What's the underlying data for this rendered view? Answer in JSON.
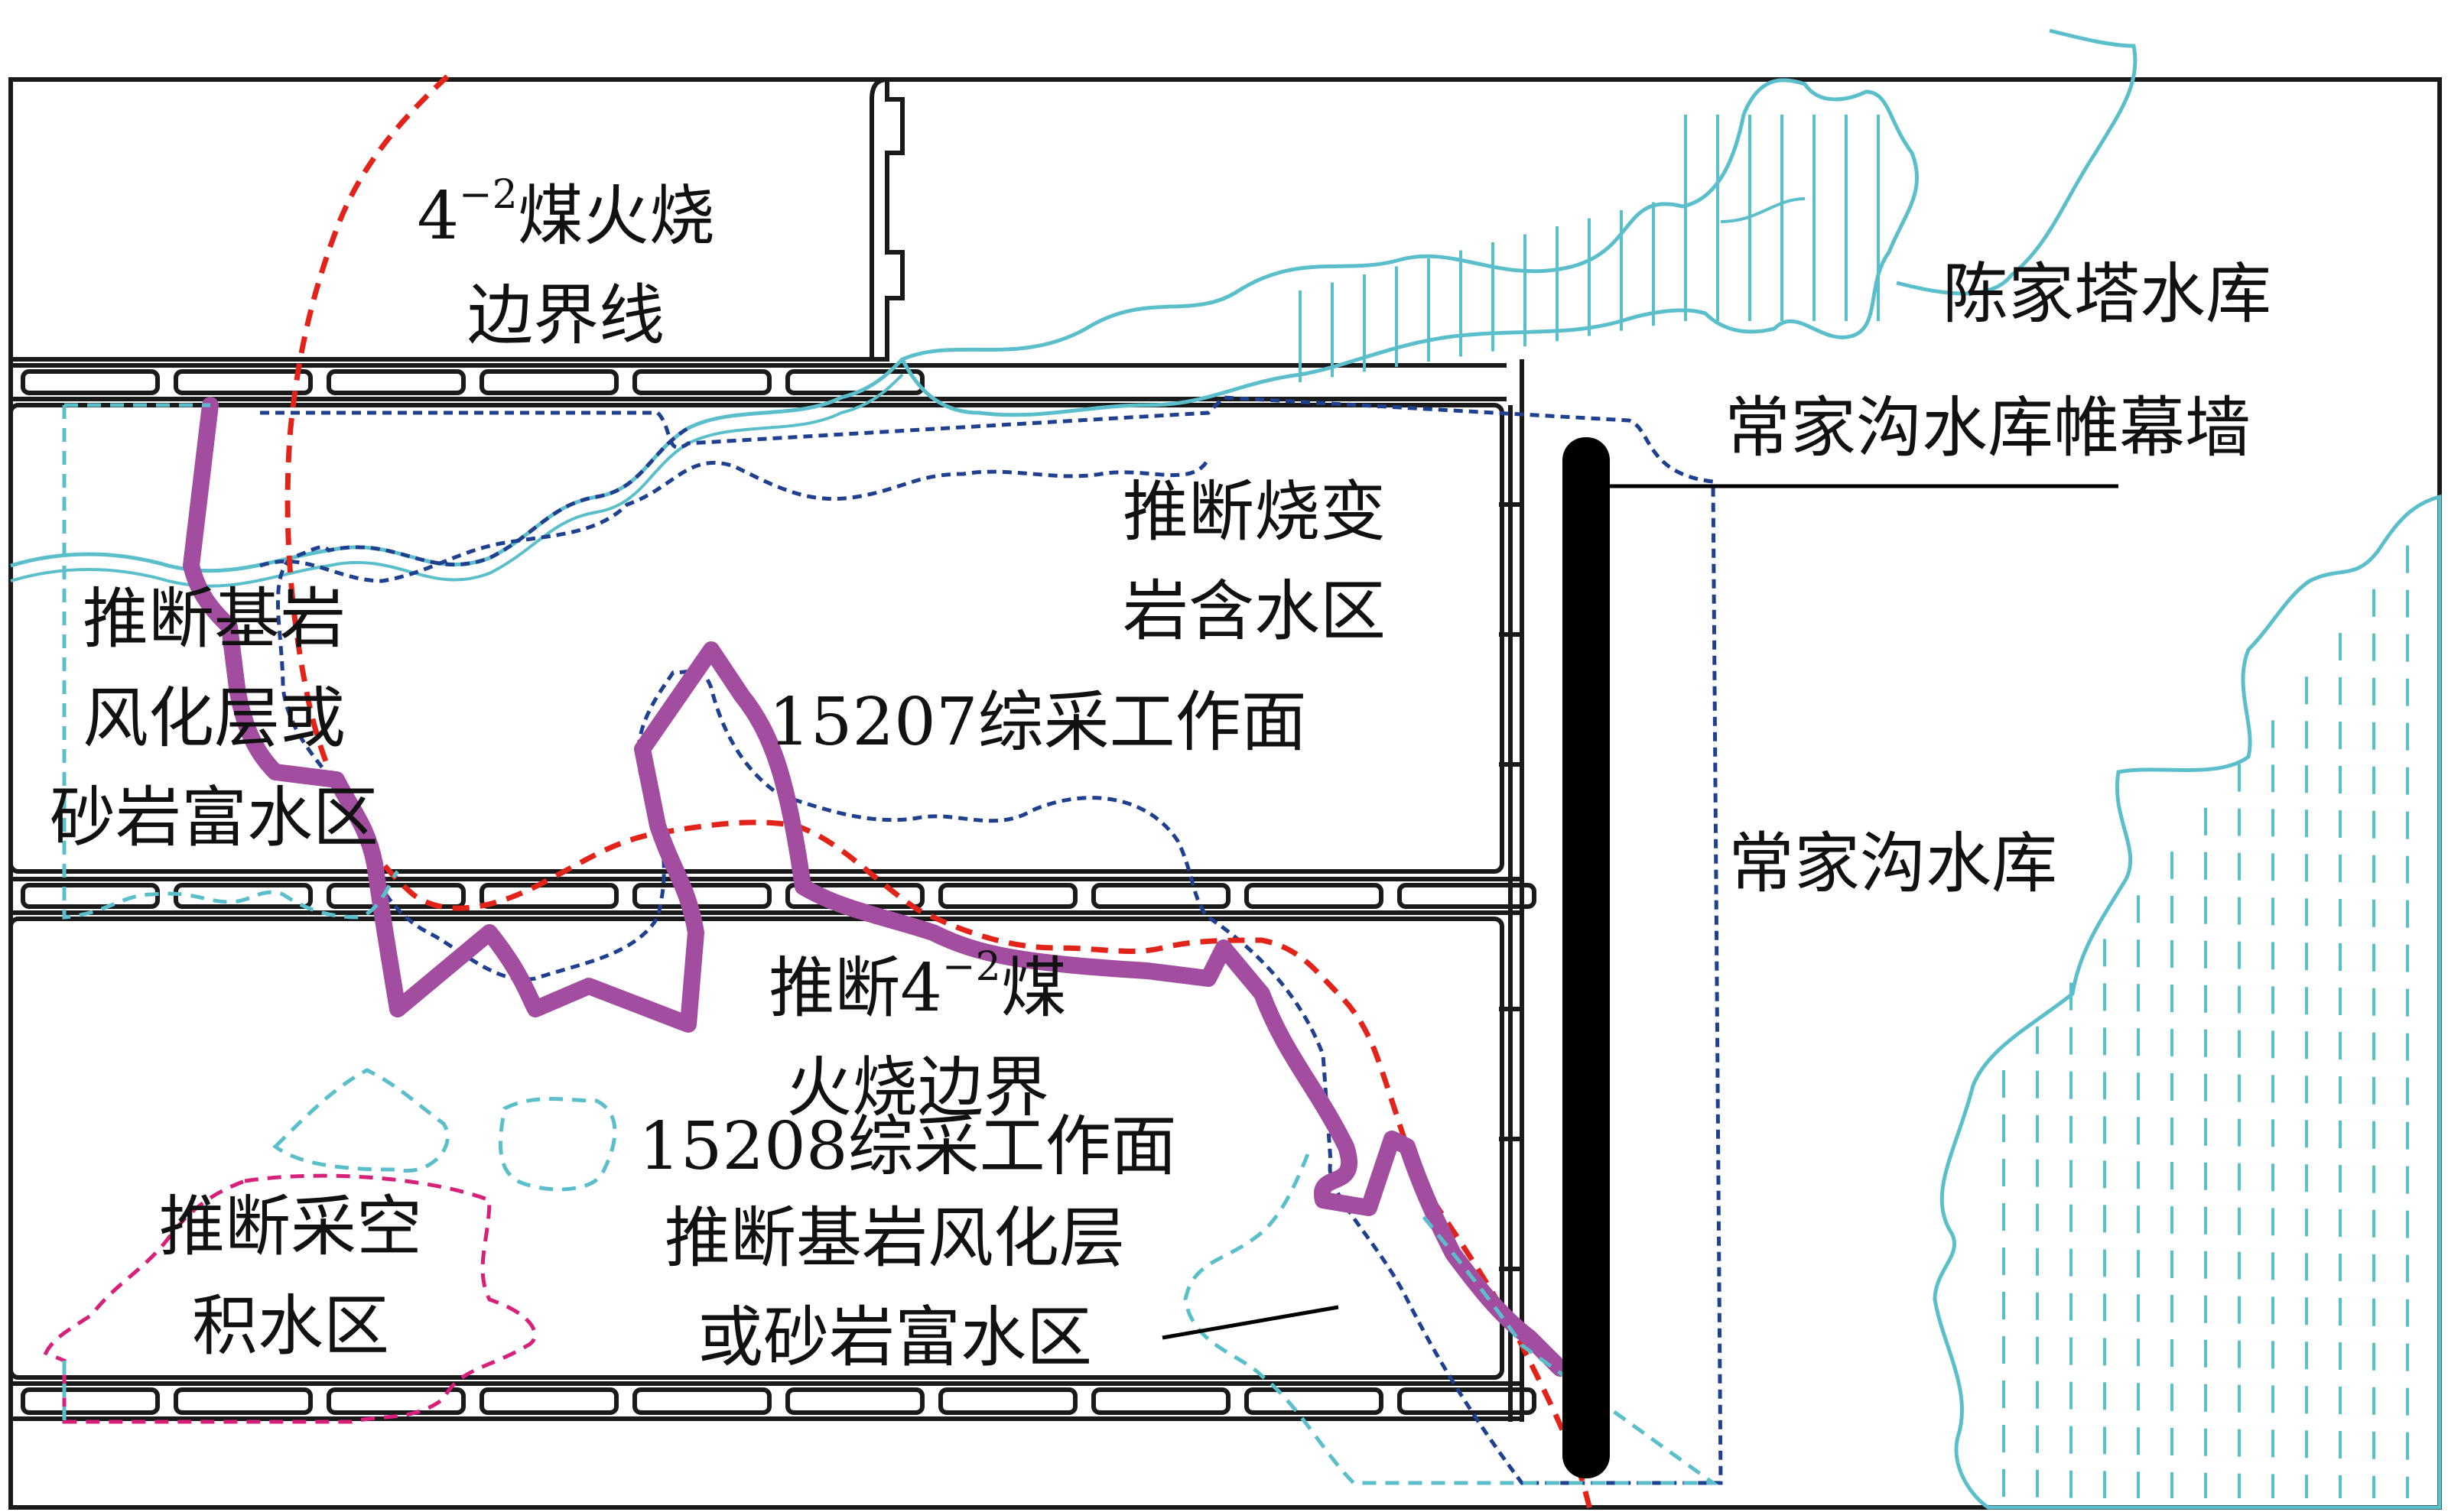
{
  "labels": {
    "coal_fire_boundary_line": {
      "pre": "4",
      "sup": "−2",
      "post": "煤火烧",
      "line2": "边界线"
    },
    "reservoir_chenjiata": "陈家塔水库",
    "curtain_wall": "常家沟水库帷幕墙",
    "burnt_rock_zone": {
      "line1": "推断烧变",
      "line2": "岩含水区"
    },
    "face_15207": "15207综采工作面",
    "bedrock_zone_left": {
      "line1": "推断基岩",
      "line2": "风化层或",
      "line3": "砂岩富水区"
    },
    "reservoir_changjiagou": "常家沟水库",
    "inferred_fire_boundary": {
      "pre": "推断4",
      "sup": "−2",
      "post": "煤",
      "line2": "火烧边界"
    },
    "face_15208": "15208综采工作面",
    "bedrock_zone_right": {
      "line1": "推断基岩风化层",
      "line2": "或砂岩富水区"
    },
    "goaf_water_zone": {
      "line1": "推断采空",
      "line2": "积水区"
    }
  },
  "colors": {
    "frame": "#1a1a1a",
    "reservoir": "#5bbfcb",
    "fire_boundary": "#e2231a",
    "burnt_zone": "#1f3f8f",
    "inferred_boundary": "#a24d9f",
    "bedrock_zone": "#5bbfcb",
    "goaf": "#d6207a",
    "curtain_wall": "#000000"
  }
}
